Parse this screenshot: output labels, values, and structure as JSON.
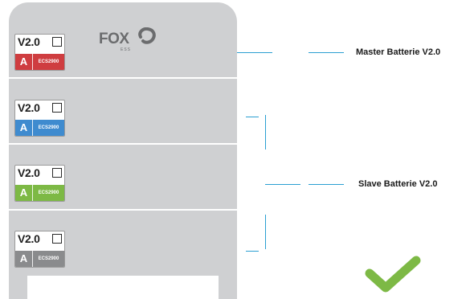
{
  "logo": {
    "brand": "FOX",
    "sub": "ESS"
  },
  "modules": [
    {
      "version": "V2.0",
      "letter": "A",
      "model": "ECS2900",
      "color": "#cf3d40"
    },
    {
      "version": "V2.0",
      "letter": "A",
      "model": "ECS2900",
      "color": "#3f8bcf"
    },
    {
      "version": "V2.0",
      "letter": "A",
      "model": "ECS2900",
      "color": "#7db945"
    },
    {
      "version": "V2.0",
      "letter": "A",
      "model": "ECS2900",
      "color": "#8a8b8d"
    }
  ],
  "captions": {
    "master": "Master Batterie V2.0",
    "slave": "Slave Batterie V2.0"
  },
  "colors": {
    "connector": "#2b9fd2",
    "check": "#7db945",
    "module": "#cfd0d2"
  },
  "icons": {
    "status": "checkmark-icon"
  }
}
